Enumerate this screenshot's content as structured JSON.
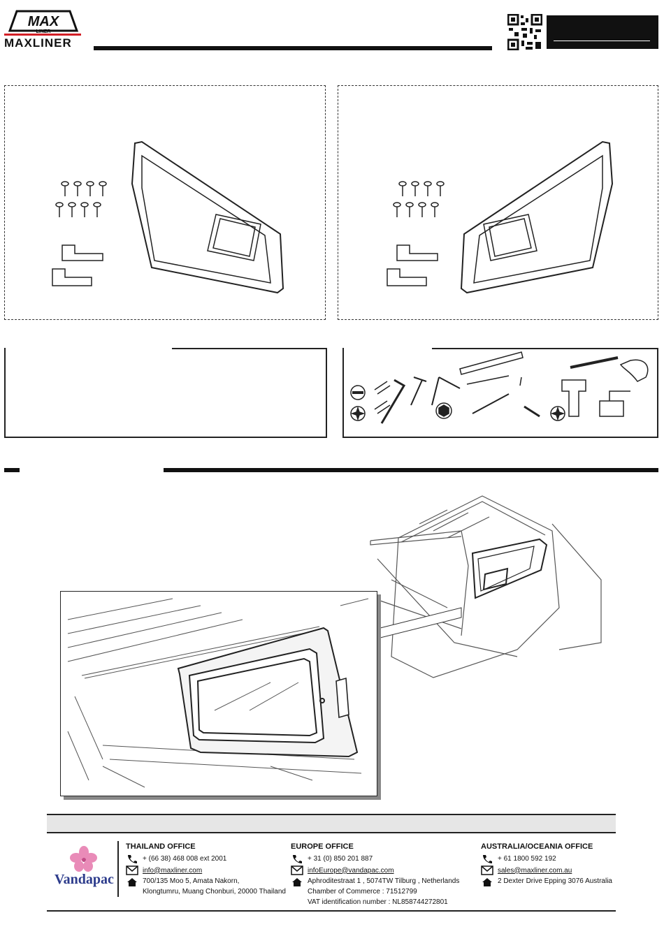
{
  "header": {
    "logo_text": "MAX",
    "logo_sub": "LINER",
    "brand_name": "MAXLINER"
  },
  "footer": {
    "partner_name": "Vandapac",
    "offices": [
      {
        "title": "THAILAND OFFICE",
        "phone": "+ (66 38) 468 008 ext 2001",
        "email": "info@maxliner.com",
        "address_lines": [
          "700/135 Moo 5, Amata Nakorn,",
          "Klongtumru, Muang Chonburi, 20000 Thailand"
        ]
      },
      {
        "title": "EUROPE OFFICE",
        "phone": "+ 31 (0) 850 201 887",
        "email": "infoEurope@vandapac.com",
        "address_lines": [
          "Aphroditestraat 1 , 5074TW Tilburg , Netherlands",
          "Chamber of Commerce : 71512799",
          "VAT identification number : NL858744272801"
        ]
      },
      {
        "title": "AUSTRALIA/OCEANIA OFFICE",
        "phone": "+ 61 1800 592 192",
        "email": "sales@maxliner.com.au",
        "address_lines": [
          "2 Dexter Drive Epping 3076 Australia"
        ]
      }
    ]
  },
  "colors": {
    "brand_red": "#d21f26",
    "partner_blue": "#2d3c8c",
    "flower_pink": "#e98bb8"
  }
}
